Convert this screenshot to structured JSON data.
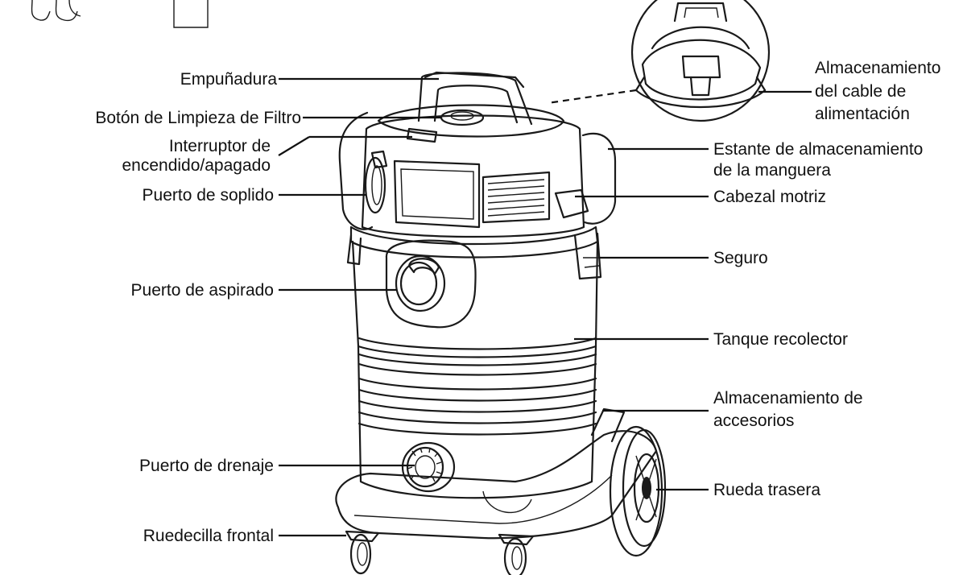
{
  "labels": {
    "handle": "Empuñadura",
    "filter_button": "Botón de Limpieza de Filtro",
    "power_switch_line1": "Interruptor de",
    "power_switch_line2": "encendido/apagado",
    "blow_port": "Puerto de soplido",
    "suction_port": "Puerto de aspirado",
    "drain_port": "Puerto de drenaje",
    "front_caster": "Ruedecilla frontal",
    "cord_storage_line1": "Almacenamiento",
    "cord_storage_line2": "del cable de",
    "cord_storage_line3": "alimentación",
    "hose_rack_line1": "Estante de almacenamiento",
    "hose_rack_line2": "de la manguera",
    "motor_head": "Cabezal motriz",
    "latch": "Seguro",
    "tank": "Tanque recolector",
    "accessory_storage_line1": "Almacenamiento de",
    "accessory_storage_line2": "accesorios",
    "rear_wheel": "Rueda trasera"
  },
  "colors": {
    "ink": "#1a1a1a",
    "background": "#ffffff"
  }
}
